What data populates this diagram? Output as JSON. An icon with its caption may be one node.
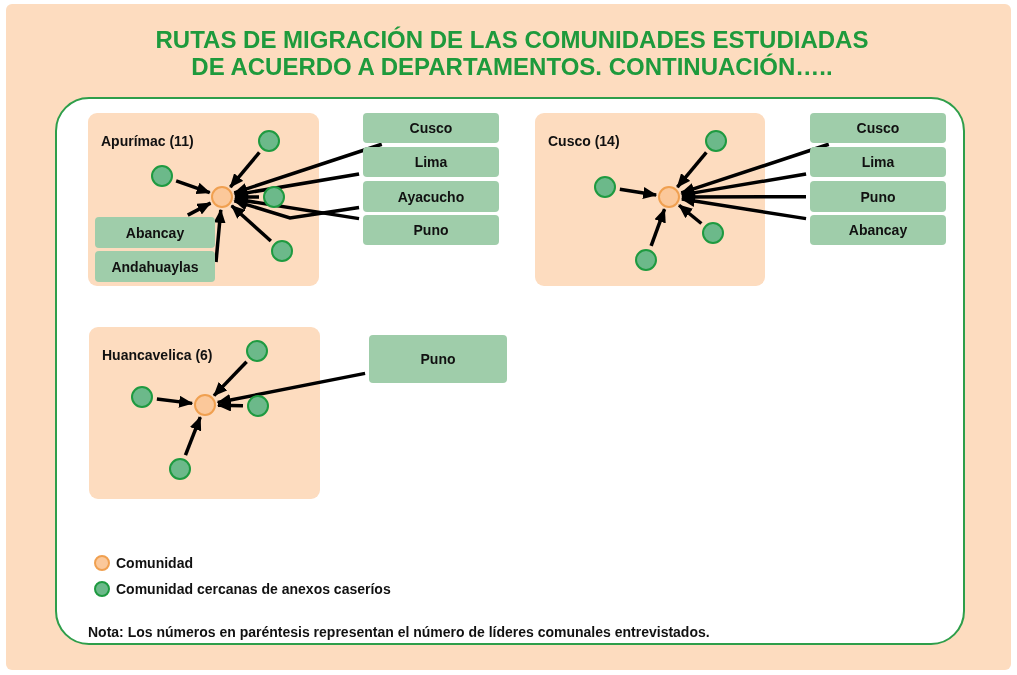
{
  "diagram": {
    "title": "RUTAS DE MIGRACIÓN DE LAS COMUNIDADES ESTUDIADAS DE ACUERDO A DEPARTAMENTOS. CONTINUACIÓN…..",
    "nodes": [
      {
        "text": [
          "Apurímac (11)"
        ]
      },
      {
        "text": [],
        "shape": "circle",
        "in": 0
      },
      {
        "text": [],
        "shape": "circle",
        "in": 0
      },
      {
        "text": [],
        "shape": "circle",
        "in": 0
      },
      {
        "text": [],
        "shape": "circle",
        "in": 0
      },
      {
        "text": [],
        "shape": "circle",
        "in": 0
      },
      {
        "text": [
          "Abancay"
        ],
        "in": 0
      },
      {
        "text": [
          "Andahuaylas"
        ],
        "in": 0
      },
      {
        "text": [
          "Cusco"
        ]
      },
      {
        "text": [
          "Lima"
        ]
      },
      {
        "text": [
          "Ayacucho"
        ]
      },
      {
        "text": [
          "Puno"
        ]
      },
      {
        "text": [
          "Cusco (14)"
        ]
      },
      {
        "text": [],
        "shape": "circle",
        "in": 12
      },
      {
        "text": [],
        "shape": "circle",
        "in": 12
      },
      {
        "text": [],
        "shape": "circle",
        "in": 12
      },
      {
        "text": [],
        "shape": "circle",
        "in": 12
      },
      {
        "text": [],
        "shape": "circle",
        "in": 12
      },
      {
        "text": [
          "Cusco"
        ]
      },
      {
        "text": [
          "Lima"
        ]
      },
      {
        "text": [
          "Puno"
        ]
      },
      {
        "text": [
          "Abancay"
        ]
      },
      {
        "text": [
          "Huancavelica (6)"
        ]
      },
      {
        "text": [],
        "shape": "circle",
        "in": 22
      },
      {
        "text": [],
        "shape": "circle",
        "in": 22
      },
      {
        "text": [],
        "shape": "circle",
        "in": 22
      },
      {
        "text": [],
        "shape": "circle",
        "in": 22
      },
      {
        "text": [],
        "shape": "circle",
        "in": 22
      },
      {
        "text": [
          "Puno"
        ]
      }
    ],
    "edges": [
      {
        "from": 2,
        "to": 1,
        "arrow": "to"
      },
      {
        "from": 3,
        "to": 1,
        "arrow": "to"
      },
      {
        "from": 4,
        "to": 1,
        "arrow": "to"
      },
      {
        "from": 5,
        "to": 1,
        "arrow": "to"
      },
      {
        "from": 6,
        "to": 1,
        "arrow": "to"
      },
      {
        "from": 7,
        "to": 1,
        "arrow": "to"
      },
      {
        "from": 8,
        "to": 1,
        "arrow": "to"
      },
      {
        "from": 9,
        "to": 1,
        "arrow": "to"
      },
      {
        "from": 10,
        "to": 1,
        "arrow": "to"
      },
      {
        "from": 11,
        "to": 1,
        "arrow": "to"
      },
      {
        "from": 14,
        "to": 13,
        "arrow": "to"
      },
      {
        "from": 15,
        "to": 13,
        "arrow": "to"
      },
      {
        "from": 16,
        "to": 13,
        "arrow": "to"
      },
      {
        "from": 17,
        "to": 13,
        "arrow": "to"
      },
      {
        "from": 18,
        "to": 13,
        "arrow": "to"
      },
      {
        "from": 19,
        "to": 13,
        "arrow": "to"
      },
      {
        "from": 20,
        "to": 13,
        "arrow": "to"
      },
      {
        "from": 21,
        "to": 13,
        "arrow": "to"
      },
      {
        "from": 24,
        "to": 23,
        "arrow": "to"
      },
      {
        "from": 25,
        "to": 23,
        "arrow": "to"
      },
      {
        "from": 26,
        "to": 23,
        "arrow": "to"
      },
      {
        "from": 27,
        "to": 23,
        "arrow": "to"
      },
      {
        "from": 28,
        "to": 23,
        "arrow": "to"
      }
    ],
    "labels": [
      "Nota: Los números en paréntesis representan el número de líderes comunales entrevistados."
    ],
    "legend": [
      {
        "text": "Comunidad",
        "color": "#fbc89a"
      },
      {
        "text": "Comunidad cercanas de anexos caseríos",
        "color": "#6cb98a"
      }
    ]
  }
}
